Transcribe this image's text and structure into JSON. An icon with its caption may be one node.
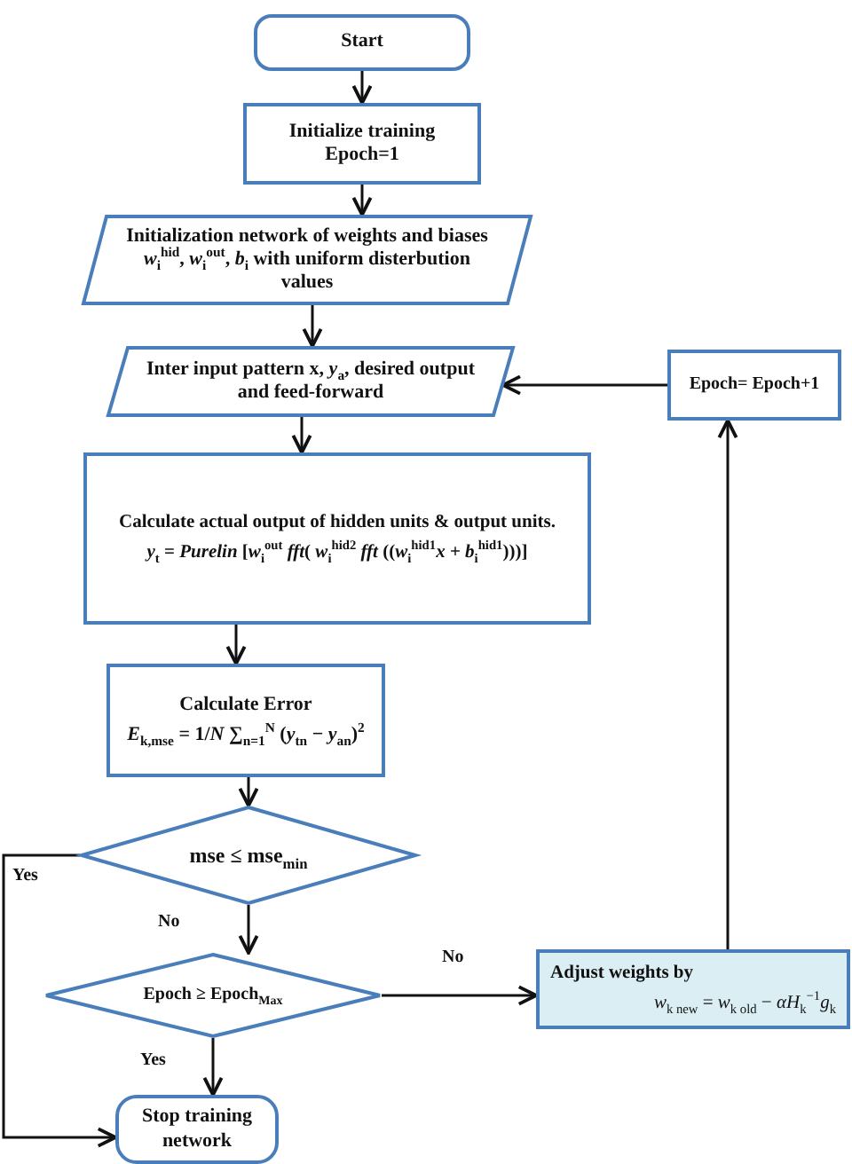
{
  "diagram": {
    "nodes": [
      {
        "text": [
          "Start"
        ]
      },
      {
        "text": [
          "Initialize training Epoch=1"
        ]
      },
      {
        "text": [
          "Initialization network of weights and biases *w*$_{i}$$^{hid}$, *w*$_{i}$$^{out}$, *b*$_{i}$ with uniform disterbution values"
        ]
      },
      {
        "text": [
          "Inter input pattern x, *y*$_{a}$, desired output and feed-forward"
        ]
      },
      {
        "text": [
          "Calculate actual output of hidden units & output units.",
          "*y*$_{t}$ = *Purelin* [*w*$_{i}$$^{out}$ *fft*( *w*$_{i}$$^{hid2}$ *fft* ((*w*$_{i}$$^{hid1}$*x* + *b*$_{i}$$^{hid1}$)))]"
        ]
      },
      {
        "text": [
          "Calculate Error",
          "*E*$_{k,mse}$ = 1/*N* ∑$_{n=1}$$^{N}$ (*y*$_{tn}$ − *y*$_{an}$)$^{2}$"
        ]
      },
      {
        "text": [
          "mse ≤ mse$_{min}$"
        ]
      },
      {
        "text": [
          "Epoch ≥ Epoch$_{Max}$"
        ]
      },
      {
        "text": [
          "Stop training network"
        ]
      },
      {
        "text": [
          "Epoch= Epoch+1"
        ]
      },
      {
        "text": [
          "Adjust weights by",
          "*w*$_{k new}$ = *w*$_{k old}$ − *αH*$_{k}$$^{−1}$*g*$_{k}$"
        ]
      }
    ],
    "edges": [
      {
        "from": 0,
        "to": 1,
        "arrow": "to"
      },
      {
        "from": 1,
        "to": 2,
        "arrow": "to"
      },
      {
        "from": 2,
        "to": 3,
        "arrow": "to"
      },
      {
        "from": 3,
        "to": 4,
        "arrow": "to"
      },
      {
        "from": 4,
        "to": 5,
        "arrow": "to"
      },
      {
        "from": 5,
        "to": 6,
        "arrow": "to"
      },
      {
        "from": 6,
        "to": 7,
        "arrow": "to",
        "label": "No"
      },
      {
        "from": 7,
        "to": 8,
        "arrow": "to",
        "label": "Yes"
      },
      {
        "from": 7,
        "to": 10,
        "arrow": "to",
        "label": "No"
      },
      {
        "from": 10,
        "to": 9,
        "arrow": "to"
      },
      {
        "from": 9,
        "to": 3,
        "arrow": "to"
      },
      {
        "from": 6,
        "to": 8,
        "arrow": "to",
        "label": "Yes"
      }
    ]
  }
}
